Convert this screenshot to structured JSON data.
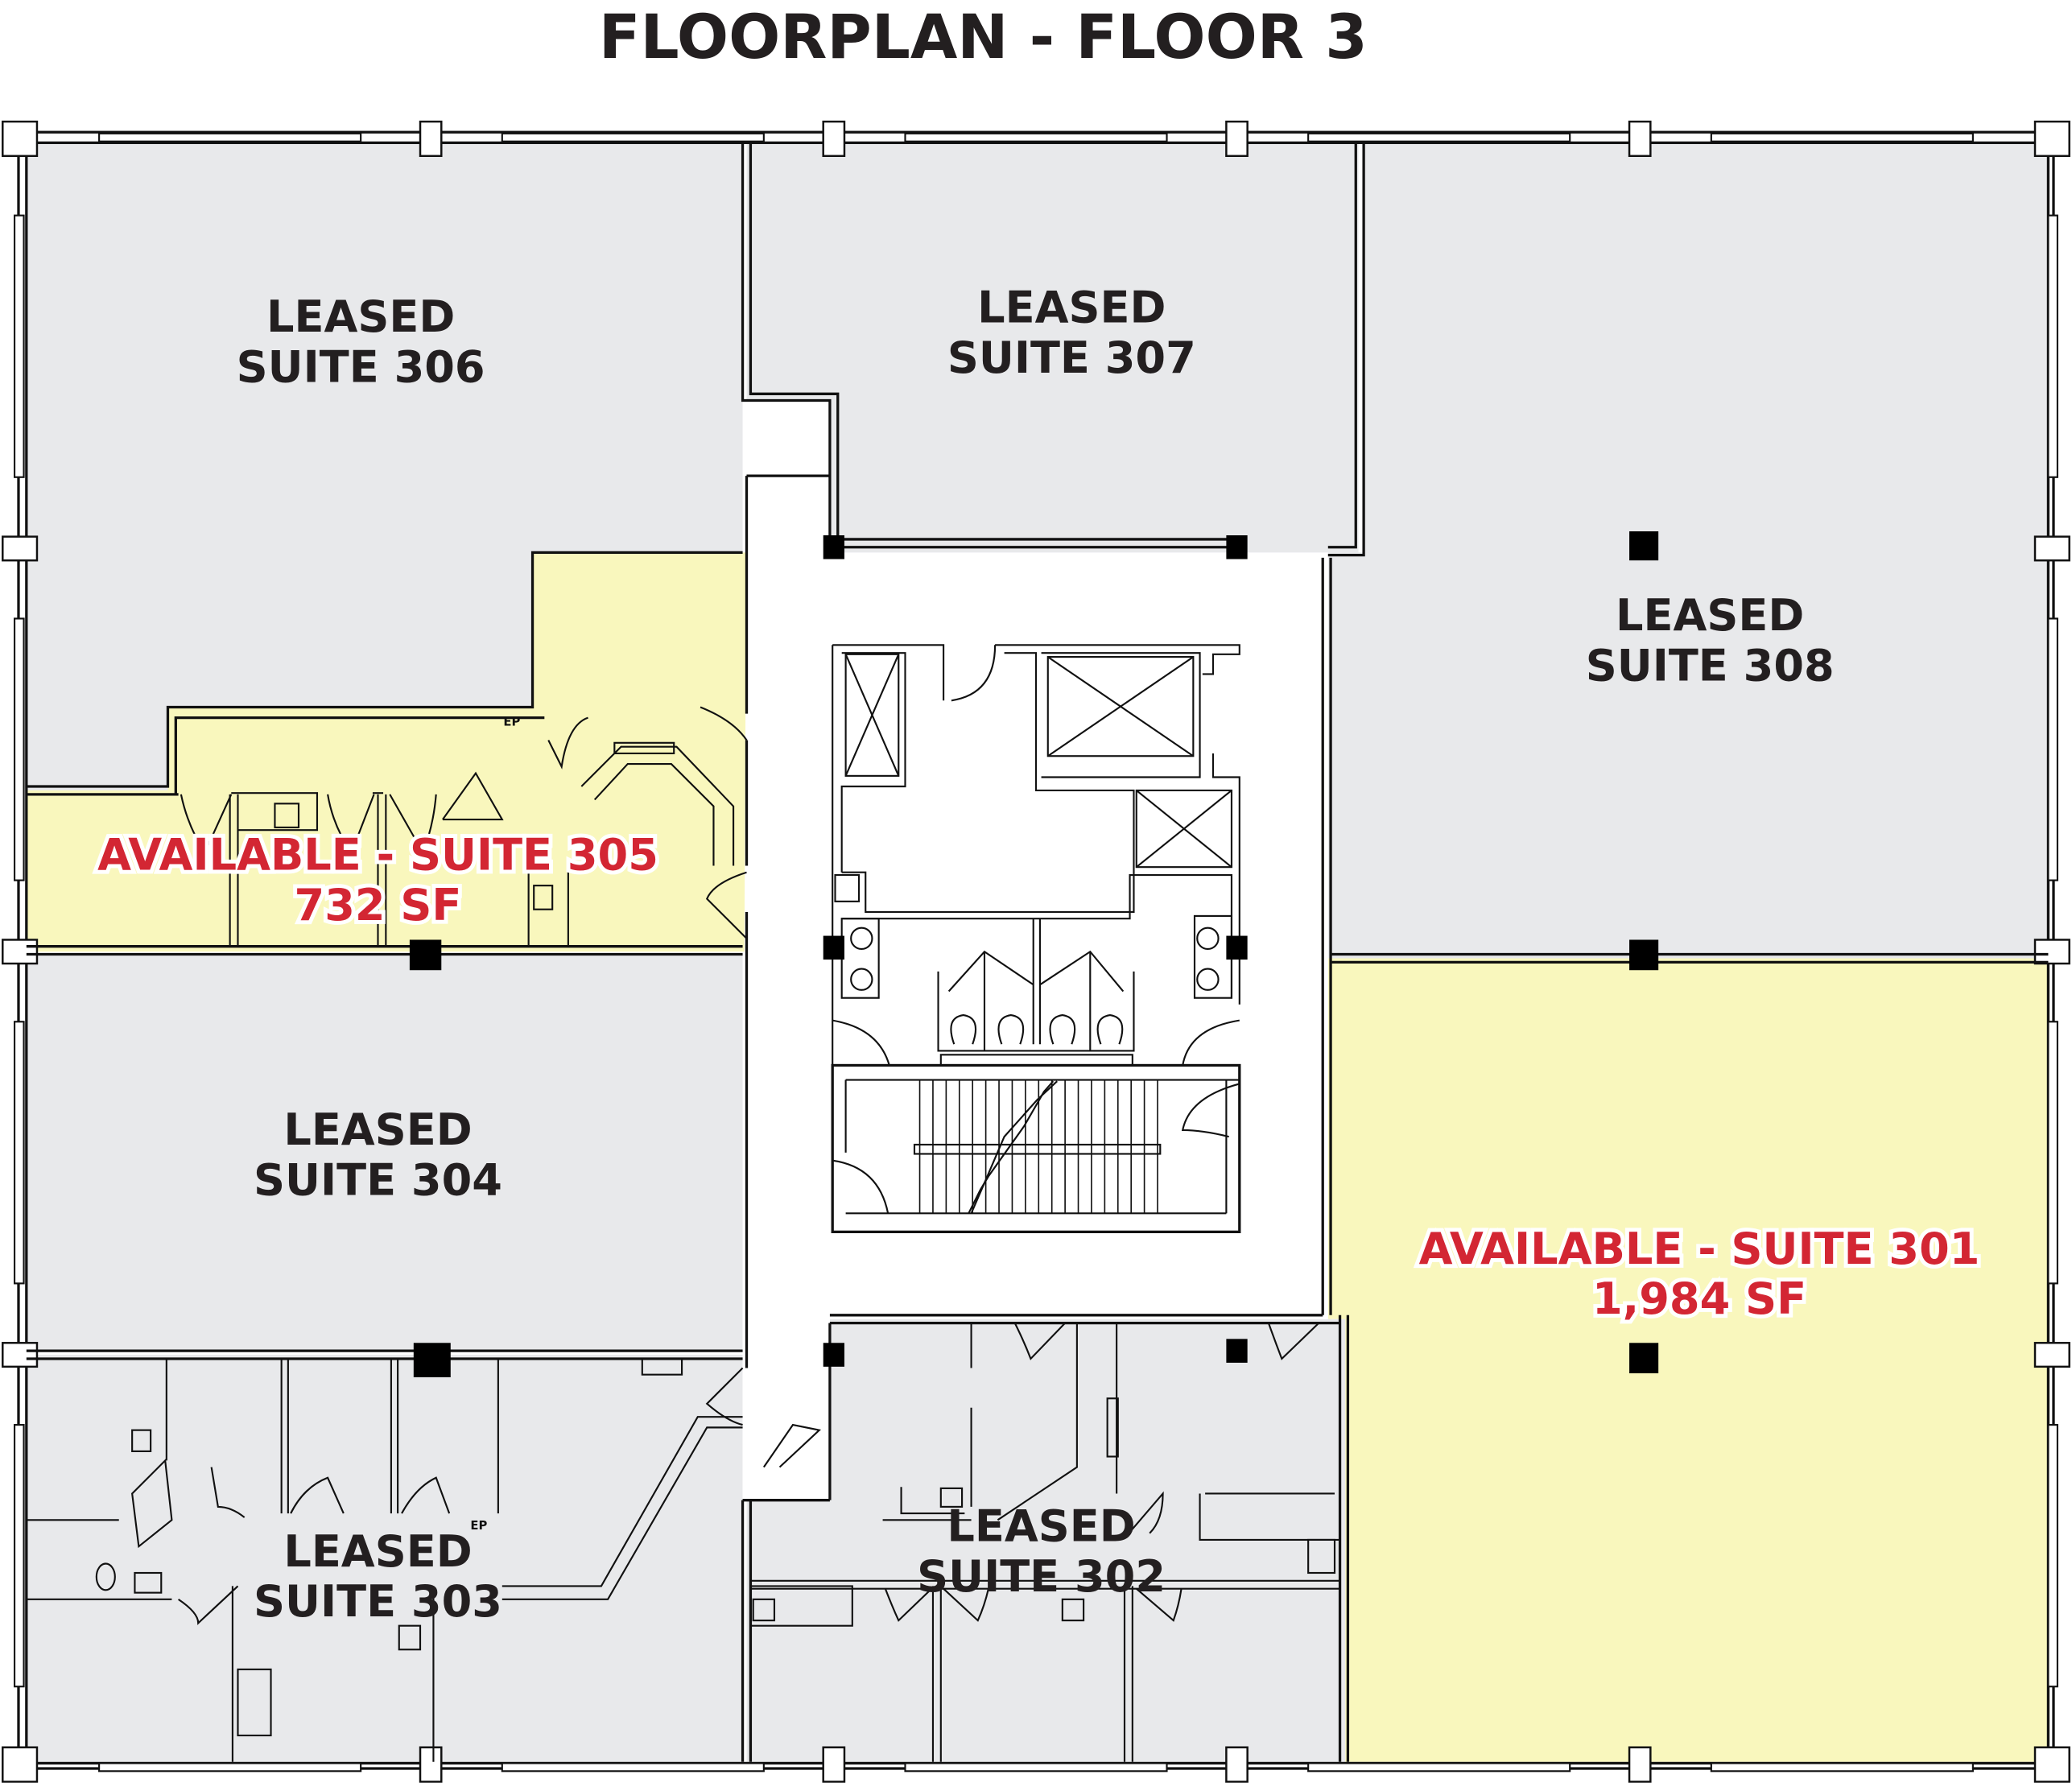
{
  "title": "FLOORPLAN - FLOOR 3",
  "colors": {
    "leased": "#e8e9eb",
    "available": "#f9f7bd",
    "core": "#ffffff",
    "available_text": "#d32633",
    "leased_text": "#231f20"
  },
  "suites": {
    "s306": {
      "status": "LEASED",
      "name": "SUITE 306"
    },
    "s307": {
      "status": "LEASED",
      "name": "SUITE 307"
    },
    "s308": {
      "status": "LEASED",
      "name": "SUITE 308"
    },
    "s305": {
      "status": "AVAILABLE",
      "name": "AVAILABLE - SUITE 305",
      "area": "732 SF"
    },
    "s304": {
      "status": "LEASED",
      "name": "SUITE 304"
    },
    "s303": {
      "status": "LEASED",
      "name": "SUITE 303"
    },
    "s302": {
      "status": "LEASED",
      "name": "SUITE 302"
    },
    "s301": {
      "status": "AVAILABLE",
      "name": "AVAILABLE - SUITE 301",
      "area": "1,984 SF"
    }
  },
  "labels": {
    "ep": "EP"
  }
}
